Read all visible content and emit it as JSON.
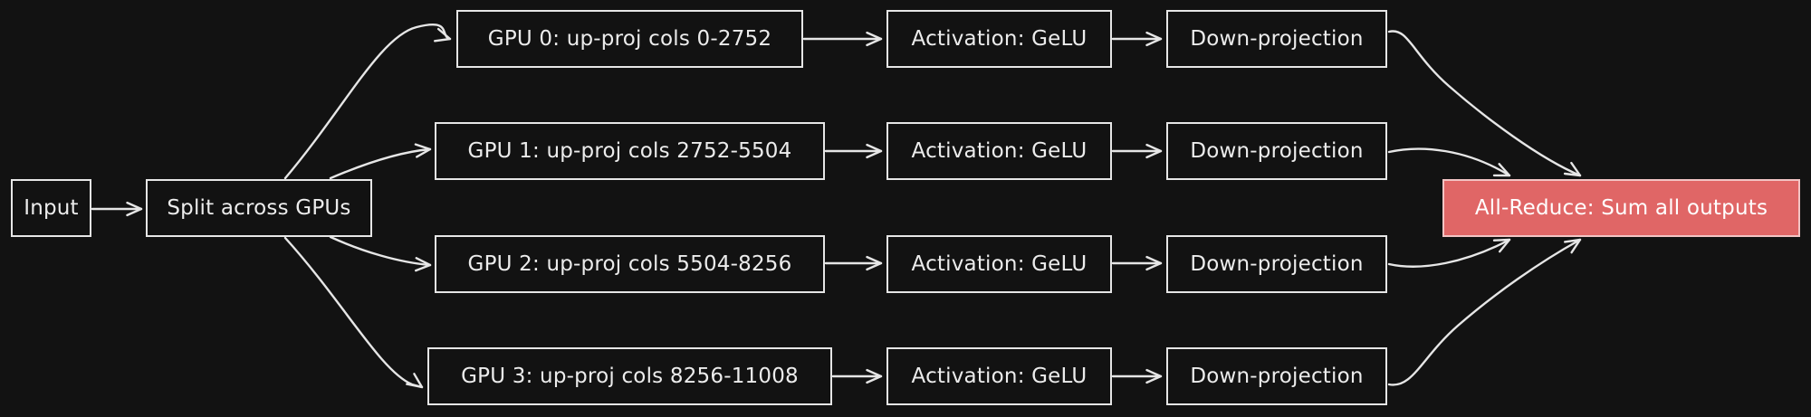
{
  "colors": {
    "background": "#121212",
    "stroke": "#e6e6e6",
    "text": "#ececec",
    "reduce_fill": "#e06666"
  },
  "nodes": {
    "input": "Input",
    "split": "Split across GPUs",
    "gpus": [
      {
        "up": "GPU 0: up-proj cols 0-2752",
        "act": "Activation: GeLU",
        "down": "Down-projection"
      },
      {
        "up": "GPU 1: up-proj cols 2752-5504",
        "act": "Activation: GeLU",
        "down": "Down-projection"
      },
      {
        "up": "GPU 2: up-proj cols 5504-8256",
        "act": "Activation: GeLU",
        "down": "Down-projection"
      },
      {
        "up": "GPU 3: up-proj cols 8256-11008",
        "act": "Activation: GeLU",
        "down": "Down-projection"
      }
    ],
    "reduce": "All-Reduce: Sum all outputs"
  }
}
